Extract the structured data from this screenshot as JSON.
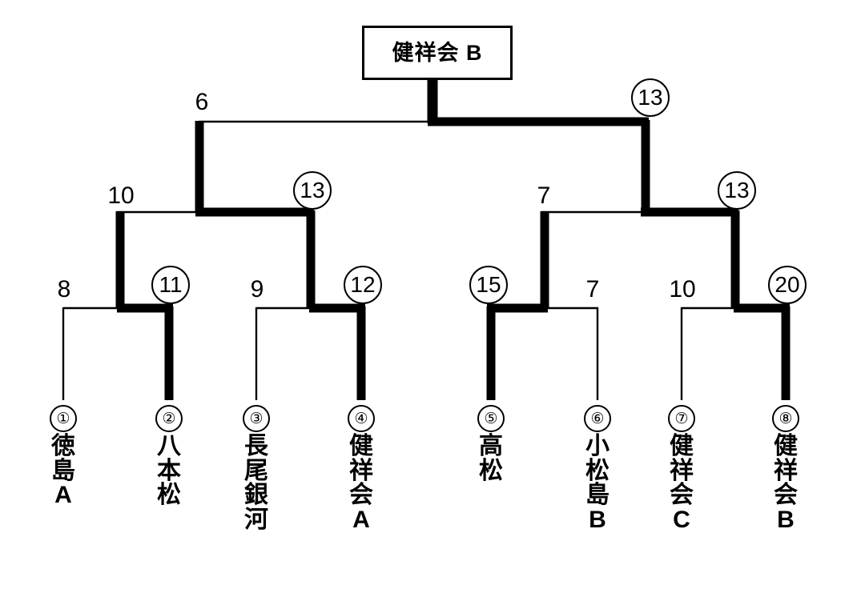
{
  "diagram": {
    "type": "single-elimination-tournament-bracket",
    "title_box": {
      "label": "健祥会 B"
    },
    "colors": {
      "line": "#000000",
      "background": "#ffffff"
    },
    "line_styles": {
      "winner_path": "bold",
      "loser_path": "thin"
    },
    "score_marks": {
      "winner": "circled",
      "loser": "plain"
    }
  },
  "teams": [
    {
      "seed": "①",
      "name_chars": [
        "徳",
        "島",
        "A"
      ],
      "name": "徳島A"
    },
    {
      "seed": "②",
      "name_chars": [
        "八",
        "本",
        "松"
      ],
      "name": "八本松"
    },
    {
      "seed": "③",
      "name_chars": [
        "長",
        "尾",
        "銀",
        "河"
      ],
      "name": "長尾銀河"
    },
    {
      "seed": "④",
      "name_chars": [
        "健",
        "祥",
        "会",
        "A"
      ],
      "name": "健祥会A"
    },
    {
      "seed": "⑤",
      "name_chars": [
        "高",
        "松"
      ],
      "name": "高松"
    },
    {
      "seed": "⑥",
      "name_chars": [
        "小",
        "松",
        "島",
        "B"
      ],
      "name": "小松島B"
    },
    {
      "seed": "⑦",
      "name_chars": [
        "健",
        "祥",
        "会",
        "C"
      ],
      "name": "健祥会C"
    },
    {
      "seed": "⑧",
      "name_chars": [
        "健",
        "祥",
        "会",
        "B"
      ],
      "name": "健祥会B"
    }
  ],
  "rounds": [
    {
      "name": "round-1",
      "matches": [
        {
          "left_score": "8",
          "right_score": "11",
          "winner": "right"
        },
        {
          "left_score": "9",
          "right_score": "12",
          "winner": "right"
        },
        {
          "left_score": "15",
          "right_score": "7",
          "winner": "left"
        },
        {
          "left_score": "10",
          "right_score": "20",
          "winner": "right"
        }
      ]
    },
    {
      "name": "semifinal",
      "matches": [
        {
          "left_score": "10",
          "right_score": "13",
          "winner": "right"
        },
        {
          "left_score": "7",
          "right_score": "13",
          "winner": "right"
        }
      ]
    },
    {
      "name": "final",
      "matches": [
        {
          "left_score": "6",
          "right_score": "13",
          "winner": "right"
        }
      ]
    }
  ],
  "scores": {
    "r1_m1_left": "8",
    "r1_m1_right": "11",
    "r1_m2_left": "9",
    "r1_m2_right": "12",
    "r1_m3_left": "15",
    "r1_m3_right": "7",
    "r1_m4_left": "10",
    "r1_m4_right": "20",
    "sf_left_left": "10",
    "sf_left_right": "13",
    "sf_right_left": "7",
    "sf_right_right": "13",
    "final_left": "6",
    "final_right": "13"
  }
}
